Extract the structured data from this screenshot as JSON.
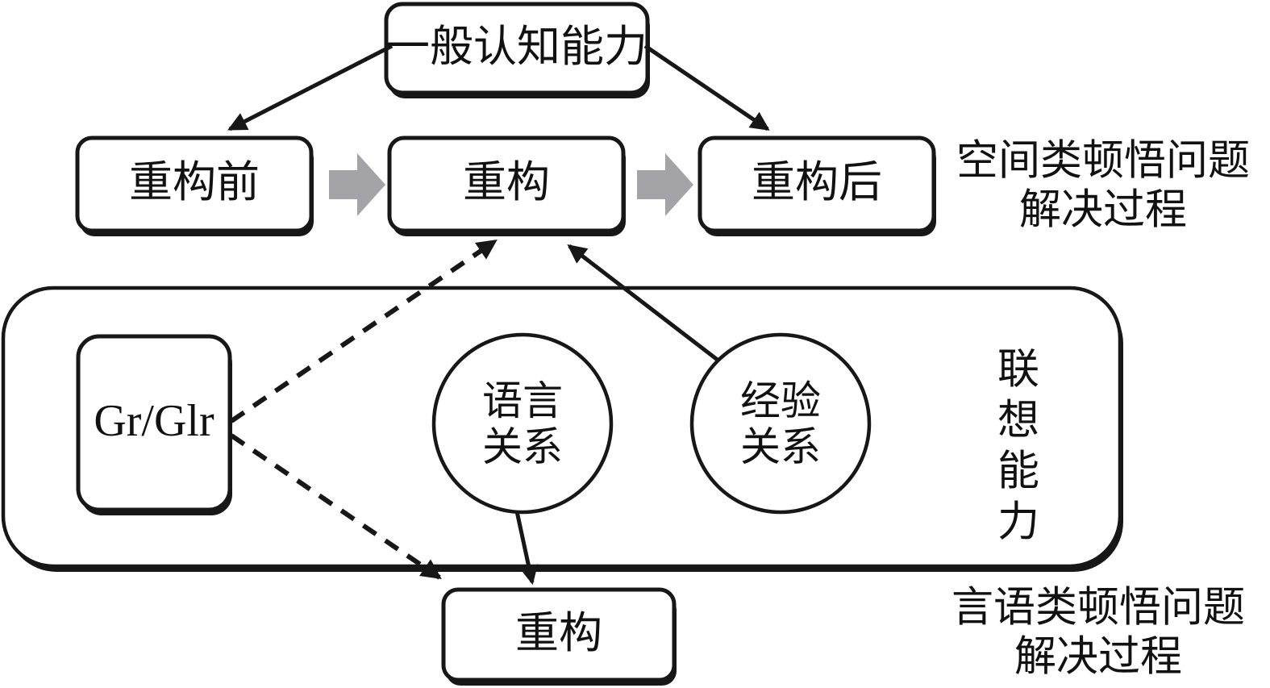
{
  "diagram": {
    "title_top": "一般认知能力",
    "spatial_process_label": [
      "空间类顿悟问题",
      "解决过程"
    ],
    "verbal_process_label": [
      "言语类顿悟问题",
      "解决过程"
    ],
    "associative_ability_label": "联想能力",
    "associative_ability_chars": [
      "联",
      "想",
      "能",
      "力"
    ],
    "spatial_row": {
      "before": "重构前",
      "during": "重构",
      "after": "重构后"
    },
    "verbal_container": {
      "grglr": "Gr/Glr",
      "circle_language": [
        "语言",
        "关系"
      ],
      "circle_experience": [
        "经验",
        "关系"
      ]
    },
    "verbal_output": "重构",
    "colors": {
      "stroke": "#171717",
      "block_arrow": "#a3a3a8",
      "background": "#ffffff"
    }
  }
}
